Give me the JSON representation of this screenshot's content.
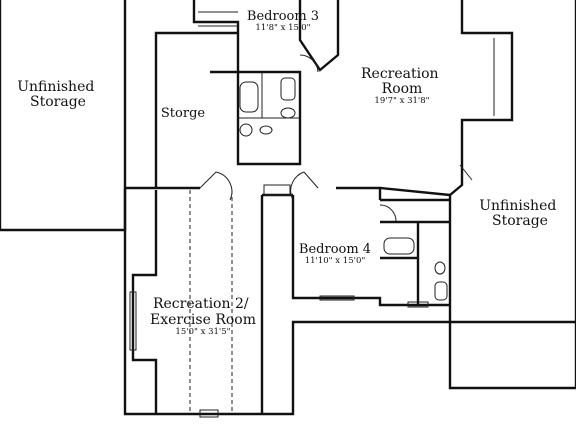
{
  "rooms": [
    {
      "id": "unfinished-storage-left",
      "name_lines": [
        "Unfinished",
        "Storage"
      ],
      "dims": ""
    },
    {
      "id": "bedroom-3",
      "name_lines": [
        "Bedroom 3"
      ],
      "dims": "11'8\" x 15'0\""
    },
    {
      "id": "storage-middle",
      "name_lines": [
        "Storge"
      ],
      "dims": ""
    },
    {
      "id": "recreation-room",
      "name_lines": [
        "Recreation",
        "Room"
      ],
      "dims": "19'7\" x 31'8\""
    },
    {
      "id": "unfinished-storage-right",
      "name_lines": [
        "Unfinished",
        "Storage"
      ],
      "dims": ""
    },
    {
      "id": "bedroom-4",
      "name_lines": [
        "Bedroom 4"
      ],
      "dims": "11'10\" x 15'0\""
    },
    {
      "id": "recreation-2",
      "name_lines": [
        "Recreation 2/",
        "Exercise Room"
      ],
      "dims": "15'0\" x 31'5\""
    }
  ]
}
